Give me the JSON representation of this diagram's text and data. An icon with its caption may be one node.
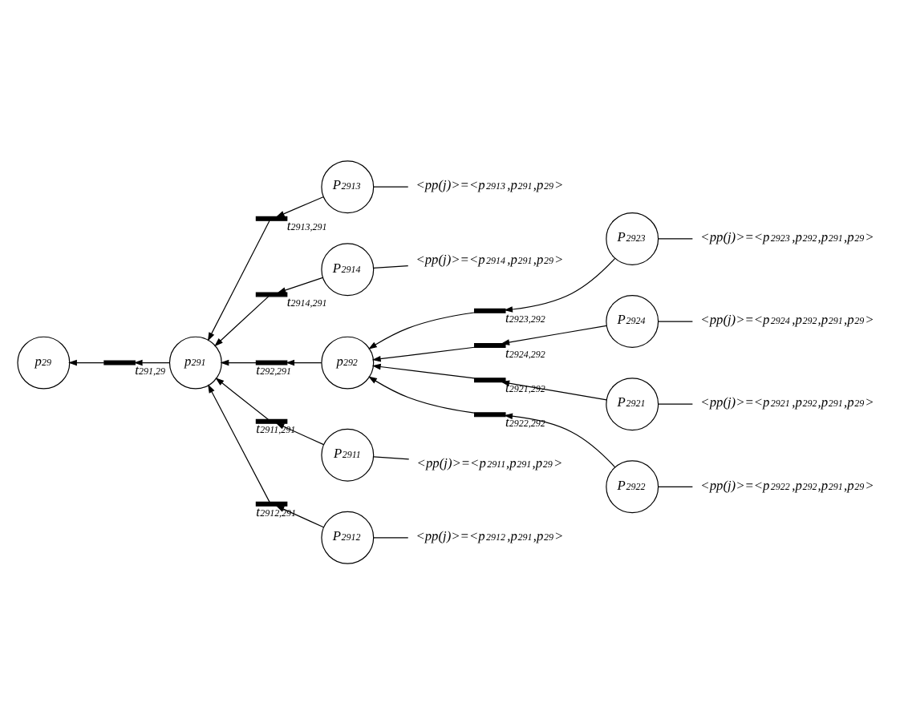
{
  "diagram": {
    "nodes": [
      {
        "text": [
          "p$_{29}$"
        ]
      },
      {
        "text": [
          "p$_{291}$"
        ]
      },
      {
        "text": [
          "p$_{292}$"
        ]
      },
      {
        "text": [
          "P$_{2913}$"
        ]
      },
      {
        "text": [
          "P$_{2914}$"
        ]
      },
      {
        "text": [
          "P$_{2923}$"
        ]
      },
      {
        "text": [
          "P$_{2924}$"
        ]
      },
      {
        "text": [
          "P$_{2911}$"
        ]
      },
      {
        "text": [
          "P$_{2912}$"
        ]
      },
      {
        "text": [
          "P$_{2921}$"
        ]
      },
      {
        "text": [
          "P$_{2922}$"
        ]
      },
      {
        "text": [],
        "shape": "bar",
        "beside": [
          "t$_{2913,291}$"
        ]
      },
      {
        "text": [],
        "shape": "bar",
        "beside": [
          "t$_{2914,291}$"
        ]
      },
      {
        "text": [],
        "shape": "bar",
        "beside": [
          "t$_{2923,292}$"
        ]
      },
      {
        "text": [],
        "shape": "bar",
        "beside": [
          "t$_{2924,292}$"
        ]
      },
      {
        "text": [],
        "shape": "bar",
        "beside": [
          "t$_{291,29}$"
        ]
      },
      {
        "text": [],
        "shape": "bar",
        "beside": [
          "t$_{292,291}$"
        ]
      },
      {
        "text": [],
        "shape": "bar",
        "beside": [
          "t$_{2911,291}$"
        ]
      },
      {
        "text": [],
        "shape": "bar",
        "beside": [
          "t$_{2912,291}$"
        ]
      },
      {
        "text": [],
        "shape": "bar",
        "beside": [
          "t$_{2921,292}$"
        ]
      },
      {
        "text": [],
        "shape": "bar",
        "beside": [
          "t$_{2922,292}$"
        ]
      },
      {
        "text": [
          "<pp(j)>=<p$_{2914}$,p$_{291}$,p$_{29}$>"
        ]
      },
      {
        "text": [
          "<pp(j)>=<p$_{2923}$,p$_{292}$,p$_{291}$,p$_{29}$>"
        ]
      },
      {
        "text": [
          "<pp(j)>=<p$_{2924}$,p$_{292}$,p$_{291}$,p$_{29}$>"
        ]
      },
      {
        "text": [
          "<pp(j)>=<p$_{2913}$,p$_{291}$,p$_{29}$>"
        ]
      },
      {
        "text": [
          "<pp(j)>=<p$_{2911}$,p$_{291}$,p$_{29}$>"
        ]
      },
      {
        "text": [
          "<pp(j)>=<p$_{2912}$,p$_{291}$,p$_{29}$>"
        ]
      },
      {
        "text": [
          "<pp(j)>=<p$_{2922}$,p$_{292}$,p$_{291}$,p$_{29}$>"
        ]
      },
      {
        "text": [
          "<pp(j)>=<p$_{2921}$,p$_{292}$,p$_{291}$,p$_{29}$>"
        ]
      }
    ],
    "edges": [
      {
        "from": 3,
        "to": 11,
        "arrow": "to"
      },
      {
        "from": 11,
        "to": 1,
        "arrow": "to"
      },
      {
        "from": 4,
        "to": 12,
        "arrow": "to"
      },
      {
        "from": 12,
        "to": 1,
        "arrow": "to"
      },
      {
        "from": 5,
        "to": 13,
        "arrow": "to"
      },
      {
        "from": 13,
        "to": 2,
        "arrow": "to"
      },
      {
        "from": 6,
        "to": 14,
        "arrow": "to"
      },
      {
        "from": 14,
        "to": 2,
        "arrow": "to"
      },
      {
        "from": 1,
        "to": 15,
        "arrow": "to"
      },
      {
        "from": 15,
        "to": 0,
        "arrow": "to"
      },
      {
        "from": 2,
        "to": 16,
        "arrow": "to"
      },
      {
        "from": 16,
        "to": 1,
        "arrow": "to"
      },
      {
        "from": 7,
        "to": 17,
        "arrow": "to"
      },
      {
        "from": 17,
        "to": 1,
        "arrow": "to"
      },
      {
        "from": 8,
        "to": 18,
        "arrow": "to"
      },
      {
        "from": 18,
        "to": 1,
        "arrow": "to"
      },
      {
        "from": 9,
        "to": 19,
        "arrow": "to"
      },
      {
        "from": 19,
        "to": 2,
        "arrow": "to"
      },
      {
        "from": 10,
        "to": 20,
        "arrow": "to"
      },
      {
        "from": 20,
        "to": 2,
        "arrow": "to"
      },
      {
        "from": 21,
        "to": 4,
        "arrow": "none"
      },
      {
        "from": 22,
        "to": 5,
        "arrow": "none"
      },
      {
        "from": 23,
        "to": 6,
        "arrow": "none"
      },
      {
        "from": 24,
        "to": 3,
        "arrow": "none"
      },
      {
        "from": 25,
        "to": 7,
        "arrow": "none"
      },
      {
        "from": 26,
        "to": 8,
        "arrow": "none"
      },
      {
        "from": 27,
        "to": 10,
        "arrow": "none"
      },
      {
        "from": 28,
        "to": 9,
        "arrow": "none"
      }
    ]
  }
}
